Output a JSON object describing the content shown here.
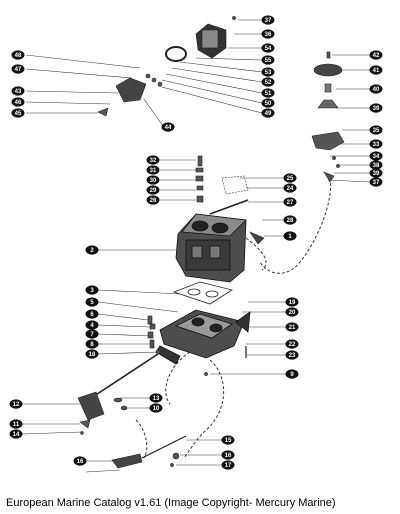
{
  "caption": "European Marine Catalog v1.61 (Image Copyright- Mercury Marine)",
  "callouts": [
    "37",
    "36",
    "54",
    "55",
    "53",
    "52",
    "51",
    "50",
    "49",
    "48",
    "47",
    "43",
    "46",
    "45",
    "44",
    "42",
    "41",
    "40",
    "39",
    "35",
    "33",
    "34",
    "38",
    "39",
    "37",
    "32",
    "31",
    "30",
    "29",
    "26",
    "25",
    "24",
    "27",
    "28",
    "1",
    "2",
    "3",
    "5",
    "6",
    "4",
    "7",
    "8",
    "18",
    "19",
    "20",
    "21",
    "22",
    "23",
    "9",
    "12",
    "13",
    "10",
    "11",
    "14",
    "15",
    "16",
    "17",
    "16"
  ]
}
